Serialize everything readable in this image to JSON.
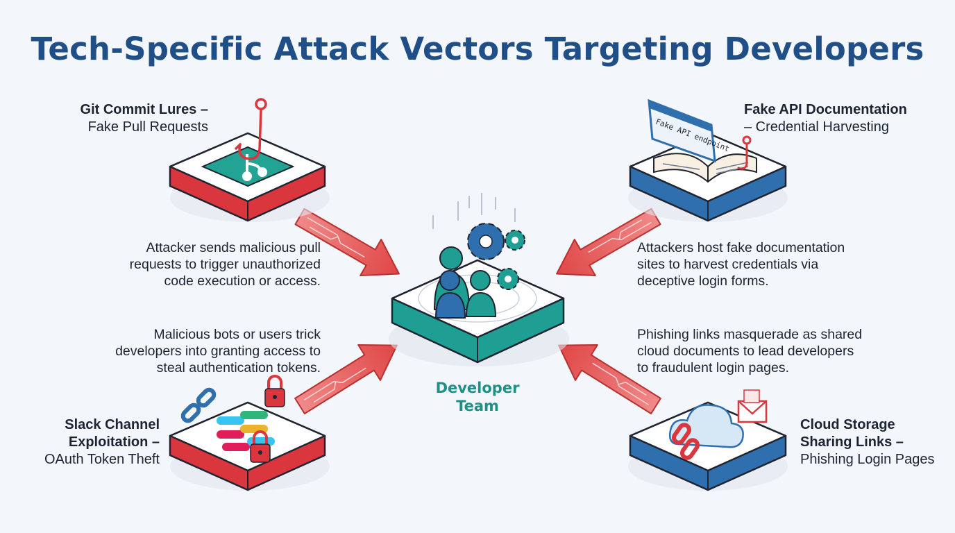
{
  "title": "Tech-Specific Attack Vectors Targeting Developers",
  "center": {
    "line1": "Developer",
    "line2": "Team"
  },
  "nodes": [
    {
      "id": "git",
      "title": "Git Commit Lures –",
      "subtitle": "Fake Pull Requests",
      "description": [
        "Attacker sends malicious pull",
        "requests to trigger unauthorized",
        "code execution or access."
      ]
    },
    {
      "id": "api",
      "title": "Fake API Documentation",
      "subtitle": "– Credential Harvesting",
      "description": [
        "Attackers host fake documentation",
        "sites to harvest credentials via",
        "deceptive login forms."
      ],
      "screen_text": "Fake API endpoint"
    },
    {
      "id": "slack",
      "title_lines": [
        "Slack Channel",
        "Exploitation –"
      ],
      "subtitle": "OAuth Token Theft",
      "description": [
        "Malicious bots or users trick",
        "developers into granting access to",
        "steal authentication tokens."
      ]
    },
    {
      "id": "cloud",
      "title_lines": [
        "Cloud Storage",
        "Sharing Links –"
      ],
      "subtitle": "Phishing Login Pages",
      "description": [
        "Phishing links masquerade as shared",
        "cloud documents to lead developers",
        "to fraudulent login pages."
      ]
    }
  ],
  "colors": {
    "title": "#1f4f86",
    "red": "#e04a4a",
    "blue": "#2f6fad",
    "teal": "#1f9e93",
    "center_label": "#1f8f87"
  }
}
